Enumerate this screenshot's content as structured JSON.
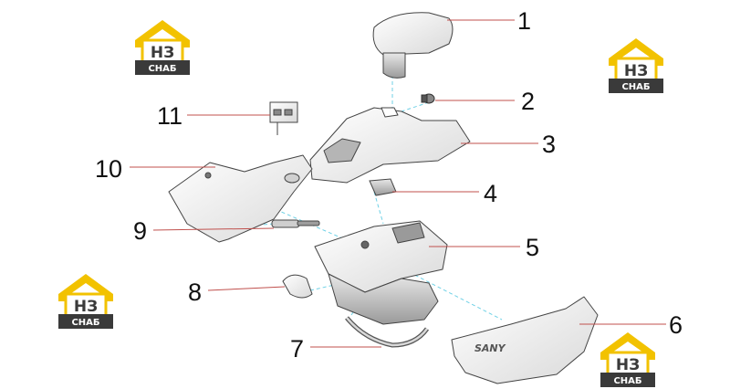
{
  "diagram": {
    "callouts": [
      {
        "num": "1"
      },
      {
        "num": "2"
      },
      {
        "num": "3"
      },
      {
        "num": "4"
      },
      {
        "num": "5"
      },
      {
        "num": "6"
      },
      {
        "num": "7"
      },
      {
        "num": "8"
      },
      {
        "num": "9"
      },
      {
        "num": "10"
      },
      {
        "num": "11"
      }
    ],
    "brand_mark": "SANY"
  },
  "watermark": {
    "top": "НЗ",
    "bottom": "СНАБ",
    "color_gold": "#f2c200",
    "color_dark": "#3a3a3a"
  },
  "colors": {
    "leader_line": "#c0504d",
    "dashed_axis": "#6fd1e6",
    "outline": "#444444"
  }
}
